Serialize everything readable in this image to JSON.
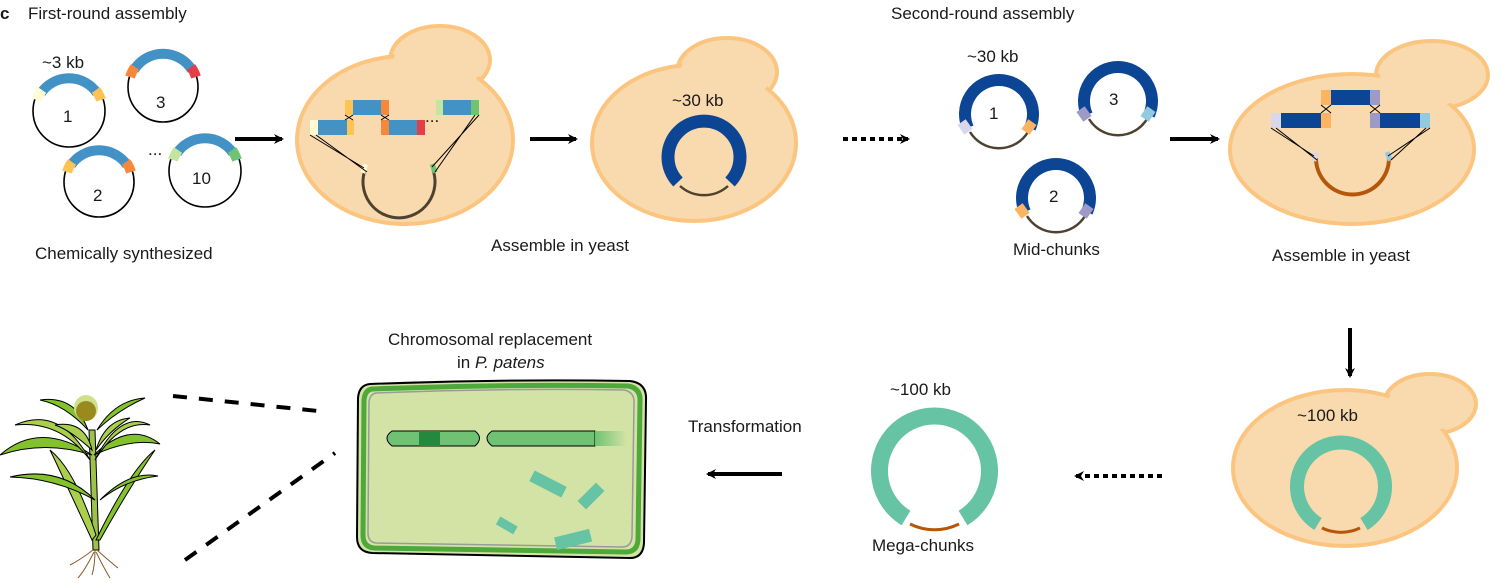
{
  "panel_label": "c",
  "colors": {
    "yeast_fill": "#f9d9ae",
    "yeast_stroke": "#fbc57f",
    "fragment_blue": "#4392c6",
    "midchunk_blue": "#0d4595",
    "megachunk_teal": "#66c3a4",
    "backbone_dark": "#4d4230",
    "backbone_brown": "#b4570b",
    "plant_cell_fill": "#d3e3a5",
    "plant_cell_wall": "#4ea83a",
    "chromosome_green": "#6fc273",
    "chromosome_dark": "#24883f"
  },
  "first_round": {
    "title": "First-round assembly",
    "size_label": "~3 kb",
    "plasmids": [
      "1",
      "2",
      "3",
      "10"
    ],
    "ellipsis": "...",
    "caption": "Chemically synthesized",
    "assembly_caption": "Assemble in yeast",
    "product_size": "~30 kb"
  },
  "second_round": {
    "title": "Second-round assembly",
    "size_label": "~30 kb",
    "plasmids": [
      "1",
      "2",
      "3"
    ],
    "caption": "Mid-chunks",
    "assembly_caption": "Assemble in yeast",
    "product_size": "~100 kb"
  },
  "mega": {
    "size_label": "~100 kb",
    "caption": "Mega-chunks"
  },
  "transformation": {
    "label": "Transformation"
  },
  "replacement": {
    "title_line1": "Chromosomal replacement",
    "title_line2_prefix": "in ",
    "title_line2_species": "P. patens"
  }
}
